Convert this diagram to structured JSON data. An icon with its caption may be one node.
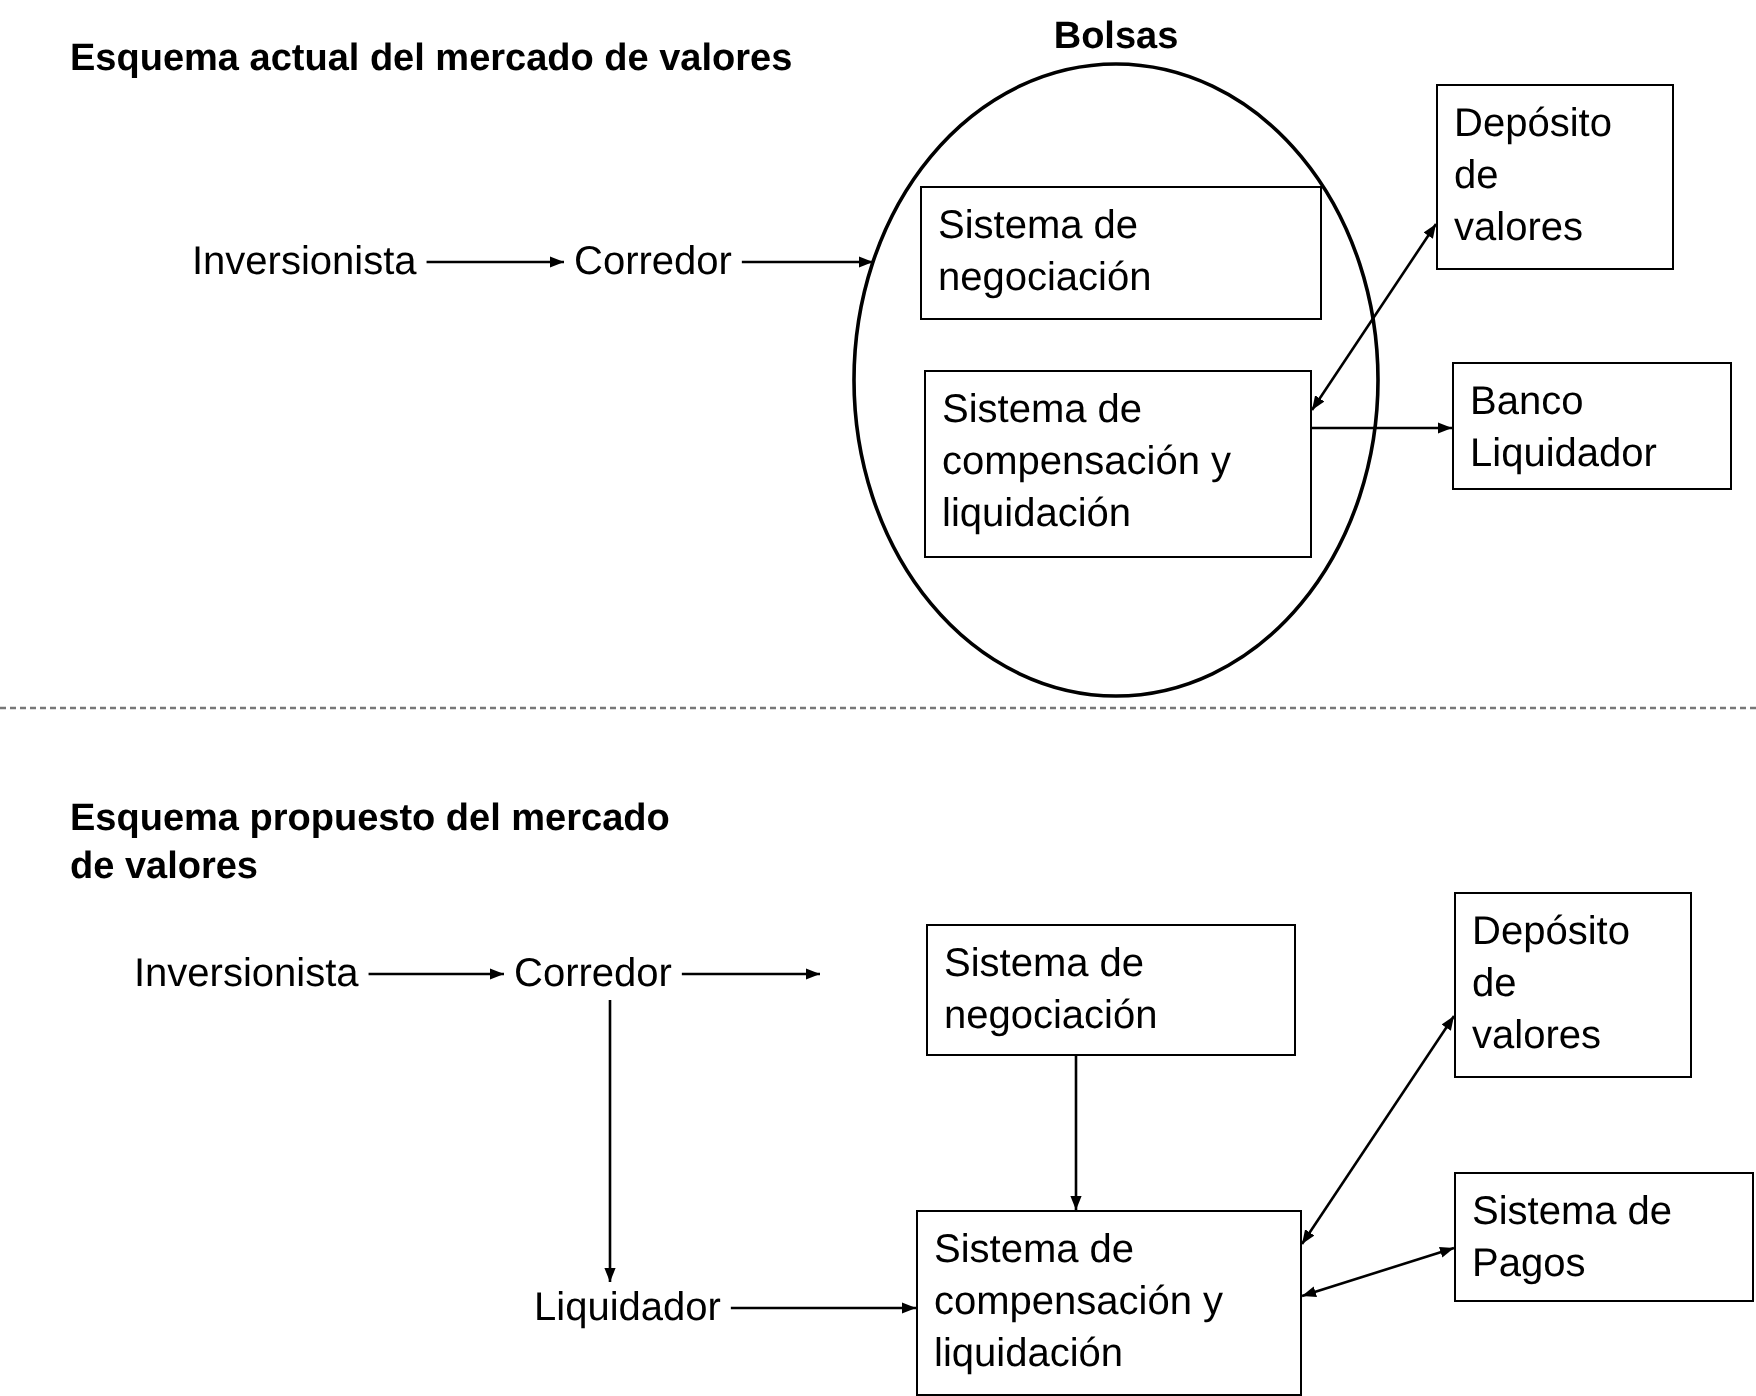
{
  "diagram": {
    "nodes": [
      {
        "text": [
          "Bolsas"
        ]
      },
      {
        "text": [
          "Inversionista"
        ]
      },
      {
        "text": [
          "Corredor"
        ]
      },
      {
        "text": [
          "Sistema de negociación"
        ],
        "in": 0
      },
      {
        "text": [
          "Sistema de compensación y liquidación"
        ],
        "in": 0
      },
      {
        "text": [
          "Depósito de valores"
        ]
      },
      {
        "text": [
          "Banco Liquidador"
        ]
      },
      {
        "text": [
          "Inversionista"
        ]
      },
      {
        "text": [
          "Corredor"
        ]
      },
      {
        "text": [
          "Sistema de negociación"
        ]
      },
      {
        "text": [
          "Depósito de valores"
        ]
      },
      {
        "text": [
          "Liquidador"
        ]
      },
      {
        "text": [
          "Sistema de compensación y liquidación"
        ]
      },
      {
        "text": [
          "Sistema de Pagos"
        ]
      }
    ],
    "edges": [
      {
        "from": 1,
        "to": 2,
        "arrow": "to"
      },
      {
        "from": 2,
        "to": 0,
        "arrow": "to"
      },
      {
        "from": 4,
        "to": 5,
        "arrow": "both"
      },
      {
        "from": 4,
        "to": 6,
        "arrow": "to"
      },
      {
        "from": 7,
        "to": 8,
        "arrow": "to"
      },
      {
        "from": 8,
        "to": null,
        "arrow": "to"
      },
      {
        "from": 8,
        "to": 11,
        "arrow": "to"
      },
      {
        "from": 9,
        "to": 12,
        "arrow": "to"
      },
      {
        "from": 11,
        "to": 12,
        "arrow": "to"
      },
      {
        "from": 12,
        "to": 10,
        "arrow": "both"
      },
      {
        "from": 12,
        "to": 13,
        "arrow": "both"
      }
    ],
    "labels": [
      "Esquema actual del mercado de valores",
      "Esquema propuesto del mercado de valores"
    ]
  }
}
